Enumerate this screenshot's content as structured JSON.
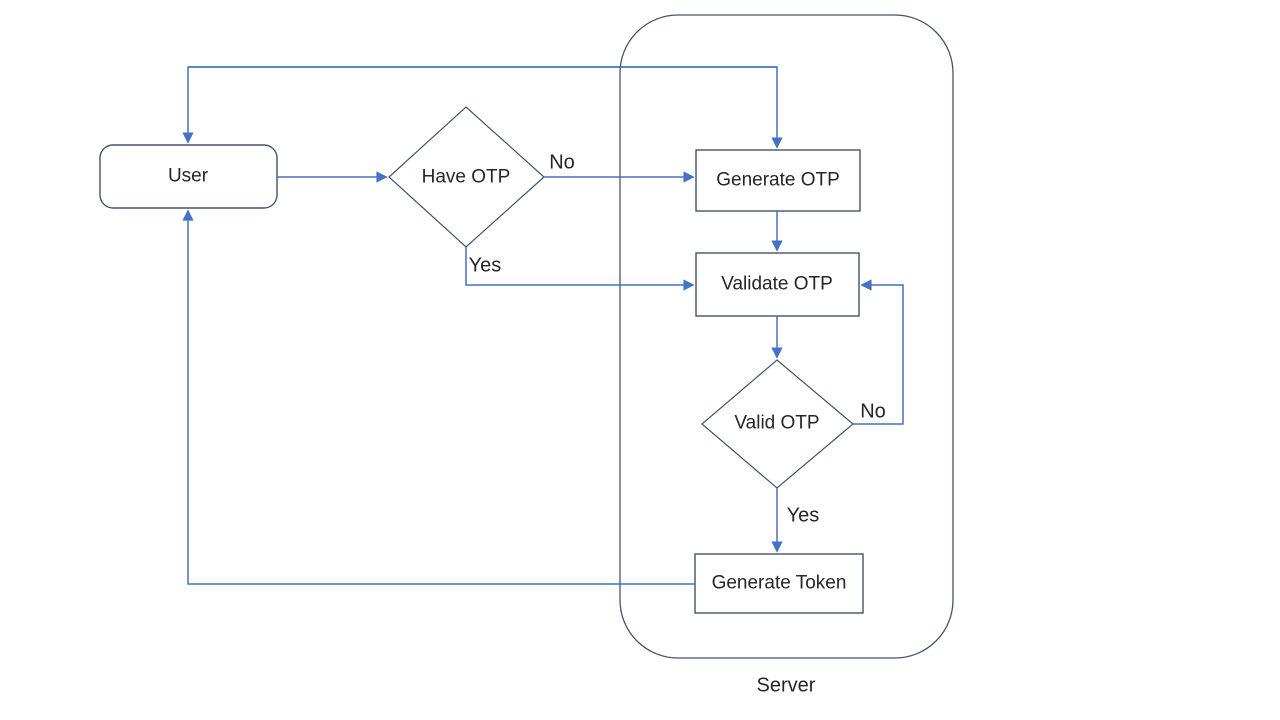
{
  "flowchart": {
    "nodes": {
      "user": "User",
      "have_otp": "Have OTP",
      "generate_otp": "Generate OTP",
      "validate_otp": "Validate OTP",
      "valid_otp": "Valid OTP",
      "generate_token": "Generate Token"
    },
    "container_label": "Server",
    "edge_labels": {
      "have_otp_no": "No",
      "have_otp_yes": "Yes",
      "valid_otp_no": "No",
      "valid_otp_yes": "Yes"
    },
    "edges": [
      {
        "from": "user",
        "to": "have_otp",
        "label": ""
      },
      {
        "from": "have_otp",
        "to": "generate_otp",
        "label": "No"
      },
      {
        "from": "have_otp",
        "to": "validate_otp",
        "label": "Yes"
      },
      {
        "from": "generate_otp",
        "to": "validate_otp",
        "label": ""
      },
      {
        "from": "generate_otp",
        "to": "user",
        "label": "",
        "double_arrow": true
      },
      {
        "from": "validate_otp",
        "to": "valid_otp",
        "label": ""
      },
      {
        "from": "valid_otp",
        "to": "validate_otp",
        "label": "No"
      },
      {
        "from": "valid_otp",
        "to": "generate_token",
        "label": "Yes"
      },
      {
        "from": "generate_token",
        "to": "user",
        "label": ""
      }
    ],
    "colors": {
      "connector": "#4472C4",
      "shape_border": "#44546A",
      "shape_fill": "#ffffff",
      "text": "#262626",
      "background": "#ffffff"
    }
  }
}
